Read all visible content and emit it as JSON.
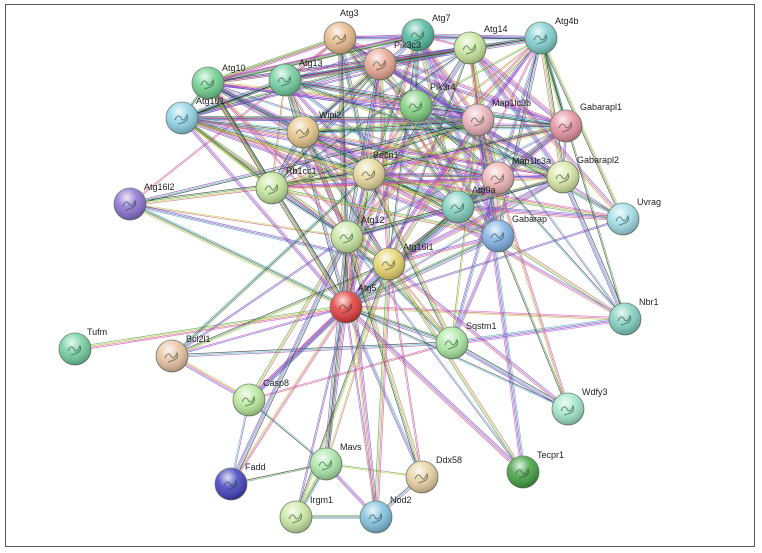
{
  "network": {
    "proteins": [
      {
        "id": "Atg3",
        "label": "Atg3",
        "color": "#e8b989"
      },
      {
        "id": "Atg7",
        "label": "Atg7",
        "color": "#4fb9a0"
      },
      {
        "id": "Pik3c3",
        "label": "Pik3c3",
        "color": "#e8a58f"
      },
      {
        "id": "Atg14",
        "label": "Atg14",
        "color": "#c7e79a"
      },
      {
        "id": "Atg4b",
        "label": "Atg4b",
        "color": "#7fcfcf"
      },
      {
        "id": "Atg10",
        "label": "Atg10",
        "color": "#6fcf8f"
      },
      {
        "id": "Atg13",
        "label": "Atg13",
        "color": "#6fcfa0"
      },
      {
        "id": "Atg101",
        "label": "Atg101",
        "color": "#8fd2e8"
      },
      {
        "id": "Pik3r4",
        "label": "Pik3r4",
        "color": "#7fd07f"
      },
      {
        "id": "Map1lc3b",
        "label": "Map1lc3b",
        "color": "#eab0b8"
      },
      {
        "id": "Gabarapl1",
        "label": "Gabarapl1",
        "color": "#e58f9f"
      },
      {
        "id": "Wipi2",
        "label": "Wipi2",
        "color": "#e8c68a"
      },
      {
        "id": "Becn1",
        "label": "Becn1",
        "color": "#e8d79a"
      },
      {
        "id": "Map1lc3a",
        "label": "Map1lc3a",
        "color": "#f0b5b5"
      },
      {
        "id": "Gabarapl2",
        "label": "Gabarapl2",
        "color": "#d8e6a5"
      },
      {
        "id": "Atg16l2",
        "label": "Atg16l2",
        "color": "#8a6fcf"
      },
      {
        "id": "Rb1cc1",
        "label": "Rb1cc1",
        "color": "#c3e69a"
      },
      {
        "id": "Atg9a",
        "label": "Atg9a",
        "color": "#7fcfbf"
      },
      {
        "id": "Uvrag",
        "label": "Uvrag",
        "color": "#9fdde6"
      },
      {
        "id": "Gabarap",
        "label": "Gabarap",
        "color": "#7fb0e6"
      },
      {
        "id": "Atg12",
        "label": "Atg12",
        "color": "#c8e8a0"
      },
      {
        "id": "Atg16l1",
        "label": "Atg16l1",
        "color": "#e6d36a"
      },
      {
        "id": "Atg5",
        "label": "Atg5",
        "color": "#e23a3a"
      },
      {
        "id": "Nbr1",
        "label": "Nbr1",
        "color": "#7fd0c0"
      },
      {
        "id": "Tufm",
        "label": "Tufm",
        "color": "#6fd09f"
      },
      {
        "id": "Bcl2l1",
        "label": "Bcl2l1",
        "color": "#e8c0a0"
      },
      {
        "id": "Sqstm1",
        "label": "Sqstm1",
        "color": "#a8e8a0"
      },
      {
        "id": "Casp8",
        "label": "Casp8",
        "color": "#b8e89a"
      },
      {
        "id": "Wdfy3",
        "label": "Wdfy3",
        "color": "#9fe6c8"
      },
      {
        "id": "Mavs",
        "label": "Mavs",
        "color": "#a8e6a8"
      },
      {
        "id": "Ddx58",
        "label": "Ddx58",
        "color": "#e8d0a0"
      },
      {
        "id": "Tecpr1",
        "label": "Tecpr1",
        "color": "#3fa03f"
      },
      {
        "id": "Fadd",
        "label": "Fadd",
        "color": "#3f3fbf"
      },
      {
        "id": "Irgm1",
        "label": "Irgm1",
        "color": "#c8e8a0"
      },
      {
        "id": "Nod2",
        "label": "Nod2",
        "color": "#7fc0df"
      }
    ],
    "edge_colors": [
      "#8a3fa0",
      "#3fa03f",
      "#d040c0",
      "#40b0c0",
      "#c0c040",
      "#5050d0",
      "#202020",
      "#c06060"
    ]
  }
}
